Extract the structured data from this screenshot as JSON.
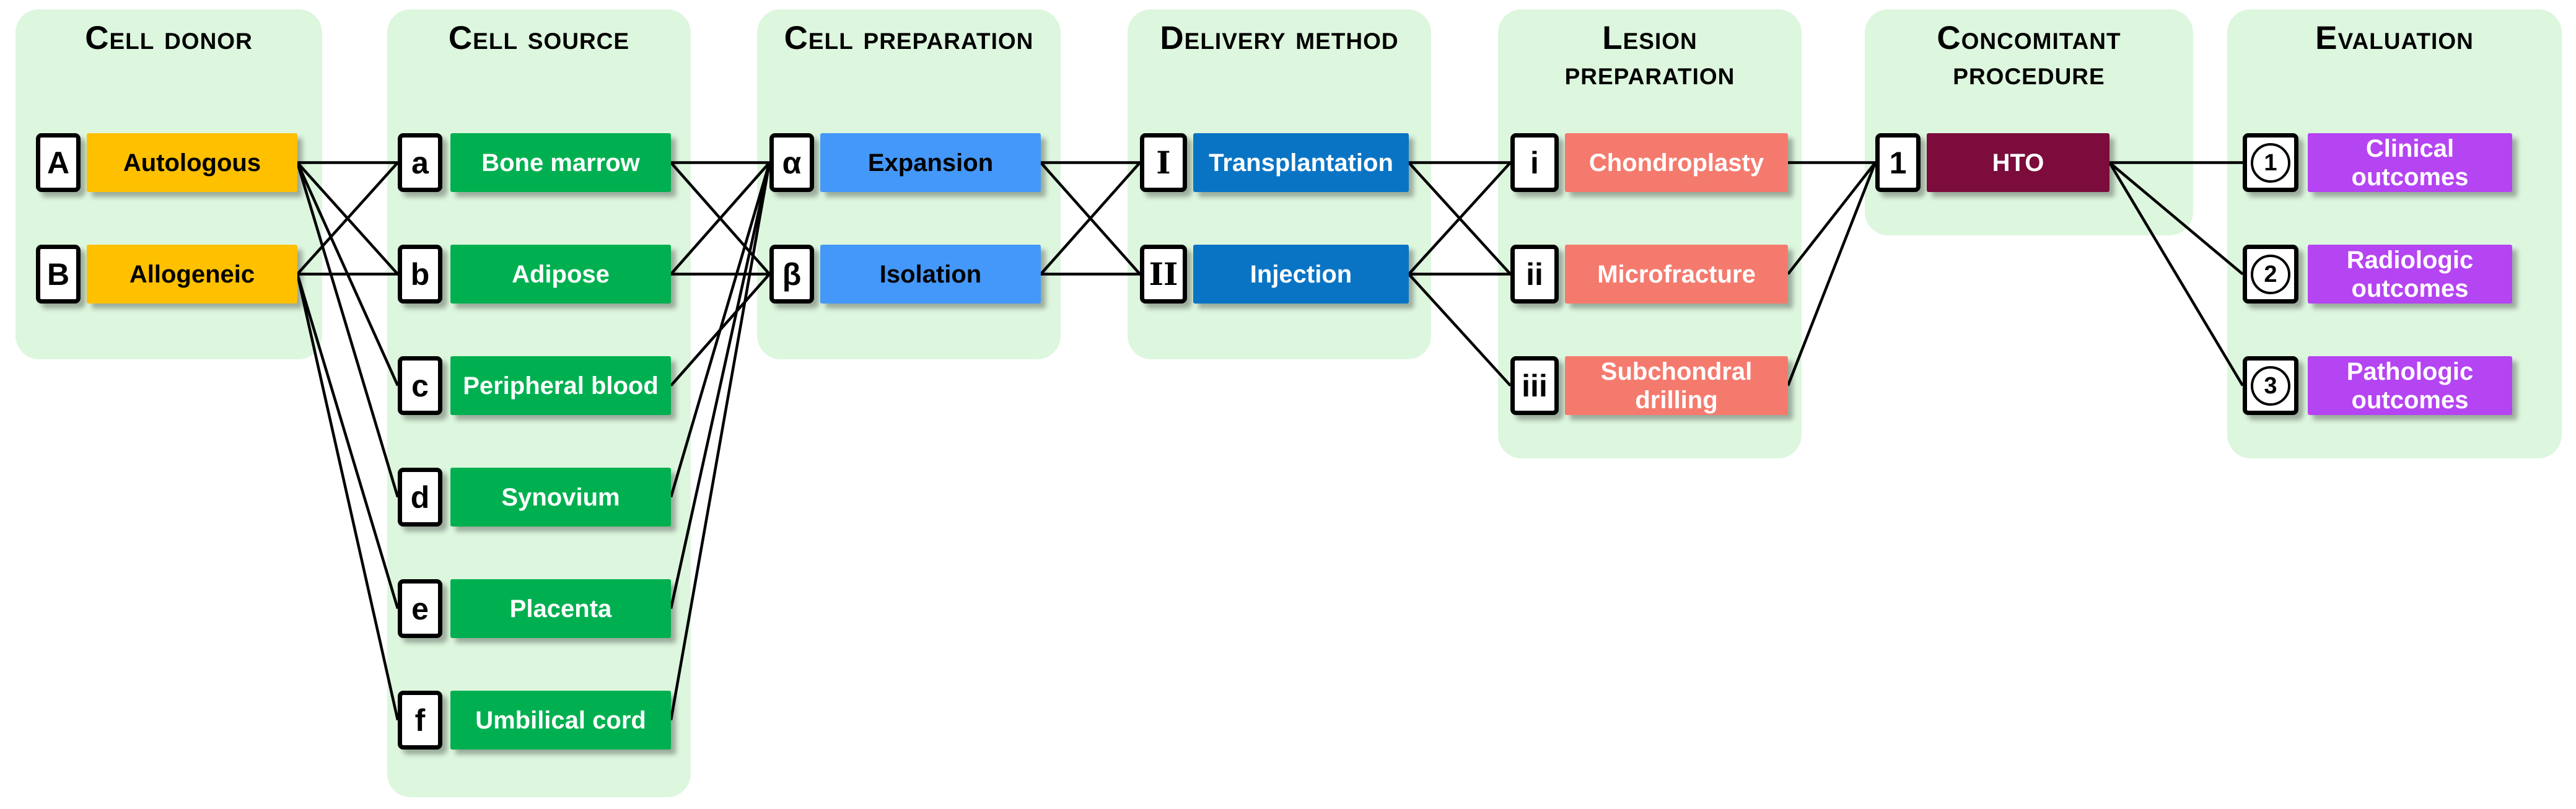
{
  "diagram_title": "",
  "colors": {
    "panel_bg": "#DDF6DE",
    "connector": "#000000",
    "key_box_bg": "#FFFFFF",
    "key_box_border": "#000000"
  },
  "columns": [
    {
      "id": "cell-donor",
      "header": "Cell donor",
      "box_fill": "#FFC000",
      "box_text": "#000000",
      "items": [
        {
          "id": "A",
          "key": "A",
          "label": "Autologous"
        },
        {
          "id": "B",
          "key": "B",
          "label": "Allogeneic"
        }
      ]
    },
    {
      "id": "cell-source",
      "header": "Cell source",
      "box_fill": "#00B050",
      "box_text": "#FFFFFF",
      "items": [
        {
          "id": "a",
          "key": "a",
          "label": "Bone marrow"
        },
        {
          "id": "b",
          "key": "b",
          "label": "Adipose"
        },
        {
          "id": "c",
          "key": "c",
          "label": "Peripheral blood"
        },
        {
          "id": "d",
          "key": "d",
          "label": "Synovium"
        },
        {
          "id": "e",
          "key": "e",
          "label": "Placenta"
        },
        {
          "id": "f",
          "key": "f",
          "label": "Umbilical cord"
        }
      ]
    },
    {
      "id": "cell-preparation",
      "header": "Cell preparation",
      "box_fill": "#4498FA",
      "box_text": "#000000",
      "items": [
        {
          "id": "alpha",
          "key": "α",
          "label": "Expansion"
        },
        {
          "id": "beta",
          "key": "β",
          "label": "Isolation"
        }
      ]
    },
    {
      "id": "delivery-method",
      "header": "Delivery method",
      "box_fill": "#0A74C4",
      "box_text": "#FFFFFF",
      "key_serif": true,
      "items": [
        {
          "id": "I",
          "key": "I",
          "label": "Transplantation"
        },
        {
          "id": "II",
          "key": "II",
          "label": "Injection"
        }
      ]
    },
    {
      "id": "lesion-preparation",
      "header": "Lesion\npreparation",
      "box_fill": "#F57A6E",
      "box_text": "#FFFFFF",
      "items": [
        {
          "id": "i",
          "key": "i",
          "label": "Chondroplasty"
        },
        {
          "id": "ii",
          "key": "ii",
          "label": "Microfracture"
        },
        {
          "id": "iii",
          "key": "iii",
          "label": "Subchondral drilling"
        }
      ]
    },
    {
      "id": "concomitant-procedure",
      "header": "Concomitant\nprocedure",
      "box_fill": "#7B0C3B",
      "box_text": "#FFFFFF",
      "items": [
        {
          "id": "1",
          "key": "1",
          "label": "HTO"
        }
      ]
    },
    {
      "id": "evaluation",
      "header": "Evaluation",
      "box_fill": "#B544F2",
      "box_text": "#FFFFFF",
      "key_circled": true,
      "items": [
        {
          "id": "c1",
          "key": "1",
          "label": "Clinical outcomes"
        },
        {
          "id": "c2",
          "key": "2",
          "label": "Radiologic outcomes"
        },
        {
          "id": "c3",
          "key": "3",
          "label": "Pathologic outcomes"
        }
      ]
    }
  ],
  "edges": [
    [
      "A",
      "a"
    ],
    [
      "A",
      "b"
    ],
    [
      "A",
      "c"
    ],
    [
      "A",
      "d"
    ],
    [
      "B",
      "a"
    ],
    [
      "B",
      "b"
    ],
    [
      "B",
      "e"
    ],
    [
      "B",
      "f"
    ],
    [
      "a",
      "alpha"
    ],
    [
      "a",
      "beta"
    ],
    [
      "b",
      "alpha"
    ],
    [
      "b",
      "beta"
    ],
    [
      "c",
      "beta"
    ],
    [
      "d",
      "alpha"
    ],
    [
      "e",
      "alpha"
    ],
    [
      "f",
      "alpha"
    ],
    [
      "alpha",
      "I"
    ],
    [
      "alpha",
      "II"
    ],
    [
      "beta",
      "I"
    ],
    [
      "beta",
      "II"
    ],
    [
      "I",
      "i"
    ],
    [
      "I",
      "ii"
    ],
    [
      "II",
      "i"
    ],
    [
      "II",
      "ii"
    ],
    [
      "II",
      "iii"
    ],
    [
      "i",
      "1"
    ],
    [
      "ii",
      "1"
    ],
    [
      "iii",
      "1"
    ],
    [
      "1",
      "c1"
    ],
    [
      "1",
      "c2"
    ],
    [
      "1",
      "c3"
    ]
  ]
}
